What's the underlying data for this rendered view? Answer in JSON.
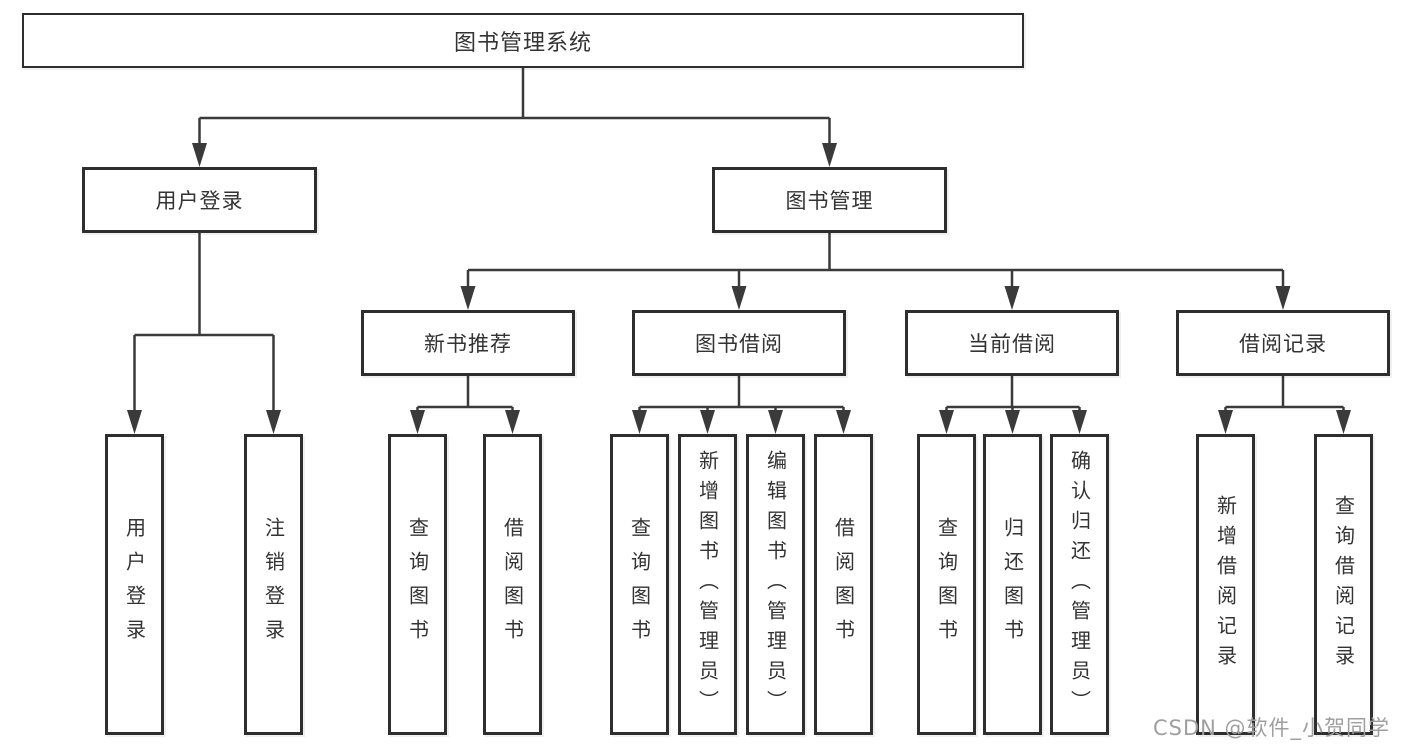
{
  "tree": {
    "root": {
      "label": "图书管理系统"
    },
    "branches": [
      {
        "label": "用户登录",
        "leaves": [
          {
            "label": "用户登录"
          },
          {
            "label": "注销登录"
          }
        ]
      },
      {
        "label": "图书管理",
        "groups": [
          {
            "label": "新书推荐",
            "leaves": [
              {
                "label": "查询图书"
              },
              {
                "label": "借阅图书"
              }
            ]
          },
          {
            "label": "图书借阅",
            "leaves": [
              {
                "label": "查询图书"
              },
              {
                "label": "新增图书（管理员）"
              },
              {
                "label": "编辑图书（管理员）"
              },
              {
                "label": "借阅图书"
              }
            ]
          },
          {
            "label": "当前借阅",
            "leaves": [
              {
                "label": "查询图书"
              },
              {
                "label": "归还图书"
              },
              {
                "label": "确认归还（管理员）"
              }
            ]
          },
          {
            "label": "借阅记录",
            "leaves": [
              {
                "label": "新增借阅记录"
              },
              {
                "label": "查询借阅记录"
              }
            ]
          }
        ]
      }
    ]
  },
  "watermark": {
    "text": "CSDN @软件_小贺同学"
  },
  "colors": {
    "line": "#3a3a3a",
    "box_border": "#2e2e2e",
    "text": "#333333",
    "watermark_text": "#9f9f9f",
    "background": "#ffffff"
  }
}
